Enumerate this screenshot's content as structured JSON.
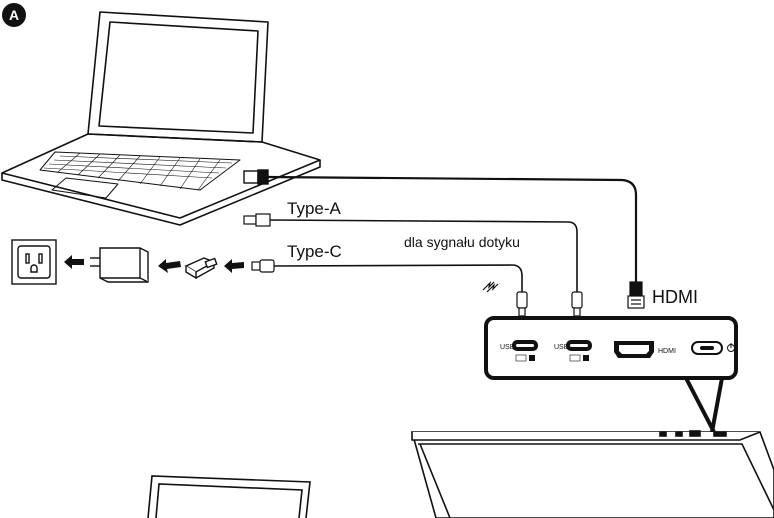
{
  "diagram": {
    "marker": "A",
    "labels": {
      "type_a": "Type-A",
      "touch_note": "dla sygnału dotyku",
      "type_c": "Type-C",
      "hdmi": "HDMI"
    },
    "port_labels": {
      "usb1": "USB",
      "usb2": "USB",
      "hdmi": "HDMI"
    },
    "icons": [
      "laptop-icon",
      "wall-outlet-icon",
      "power-adapter-icon",
      "usb-adapter-icon",
      "monitor-icon",
      "power-button-icon",
      "lightning-icon"
    ]
  }
}
